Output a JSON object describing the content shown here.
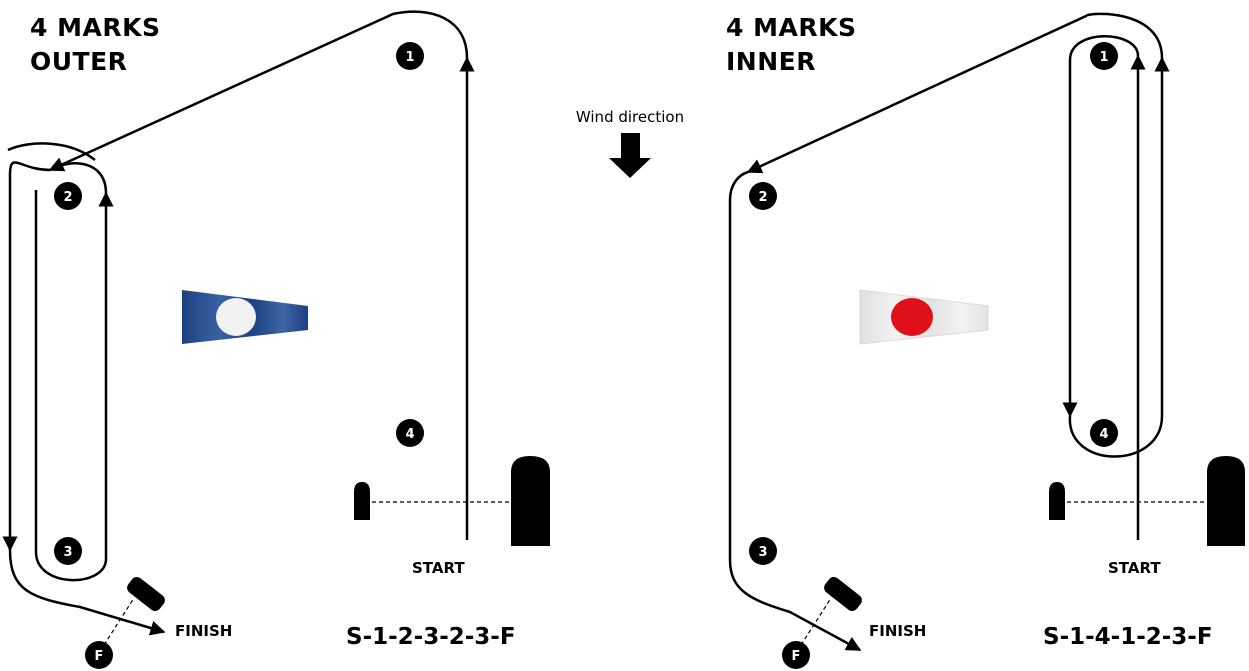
{
  "wind": {
    "label": "Wind direction"
  },
  "courses": [
    {
      "title_line1": "4 MARKS",
      "title_line2": "OUTER",
      "marks": [
        "1",
        "2",
        "3",
        "4",
        "F"
      ],
      "start_label": "START",
      "finish_label": "FINISH",
      "sequence": "S-1-2-3-2-3-F",
      "flag": {
        "field_color": "#1f4b97",
        "disc_color": "#f2f2f2"
      }
    },
    {
      "title_line1": "4 MARKS",
      "title_line2": "INNER",
      "marks": [
        "1",
        "2",
        "3",
        "4",
        "F"
      ],
      "start_label": "START",
      "finish_label": "FINISH",
      "sequence": "S-1-4-1-2-3-F",
      "flag": {
        "field_color": "#f2f2f2",
        "disc_color": "#e0101a"
      }
    }
  ]
}
